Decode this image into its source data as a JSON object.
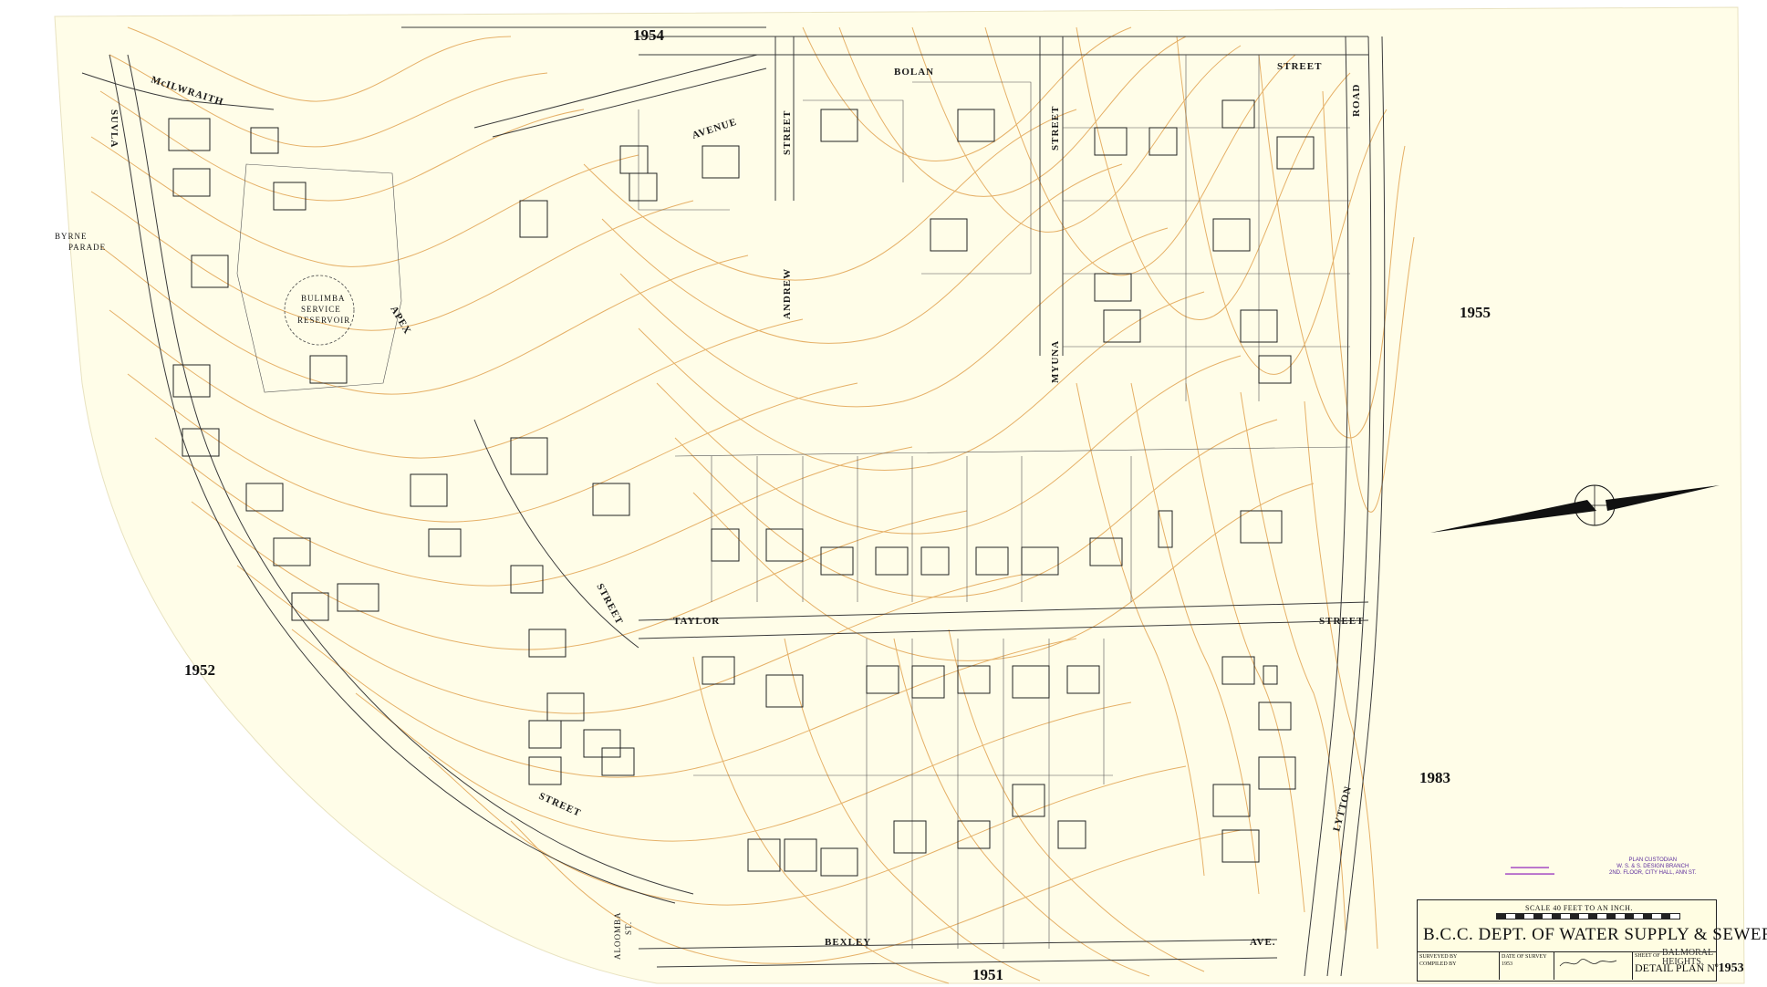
{
  "adjacent_sheets": {
    "north": "1954",
    "east": "1955",
    "west": "1952",
    "south": "1951",
    "southeast": "1983"
  },
  "street_labels": {
    "mcilwraith": "McILWRAITH",
    "suvla": "SUVLA",
    "byrne_parade_1": "BYRNE",
    "byrne_parade_2": "PARADE",
    "apex": "APEX",
    "avenue": "AVENUE",
    "bolan": "BOLAN",
    "street_top": "STREET",
    "road": "ROAD",
    "andrew": "ANDREW",
    "andrew_street": "STREET",
    "myuna": "MYUNA",
    "myuna_street": "STREET",
    "taylor": "TAYLOR",
    "taylor_street": "STREET",
    "apex_street": "STREET",
    "lower_street": "STREET",
    "lytton": "LYTTON",
    "bexley": "BEXLEY",
    "ave": "AVE.",
    "aloomba_1": "ALOOMBA",
    "aloomba_2": "ST.",
    "reservoir_1": "BULIMBA",
    "reservoir_2": "SERVICE",
    "reservoir_3": "RESERVOIR"
  },
  "title_block": {
    "scale": "SCALE 40 FEET TO AN INCH.",
    "title": "B.C.C. DEPT. OF WATER SUPPLY & SEWERAGE.",
    "surveyed_by": "SURVEYED BY",
    "compiled_by": "COMPILED BY",
    "date_of_survey": "DATE OF SURVEY",
    "year": "1953",
    "sheet_of": "SHEET OF",
    "detail_plan_label": "DETAIL PLAN Nº",
    "detail_plan_number": "1953",
    "suburb_1": "BALMORAL",
    "suburb_2": "HEIGHTS."
  },
  "stamps": {
    "custodian_1": "PLAN CUSTODIAN",
    "custodian_2": "W. S. & S. DESIGN BRANCH",
    "custodian_3": "2ND. FLOOR, CITY HALL, ANN ST."
  },
  "colors": {
    "contour": "#e3a85a",
    "linework": "#3a3a3a",
    "paper": "#fffde8",
    "north_arrow": "#111111"
  }
}
